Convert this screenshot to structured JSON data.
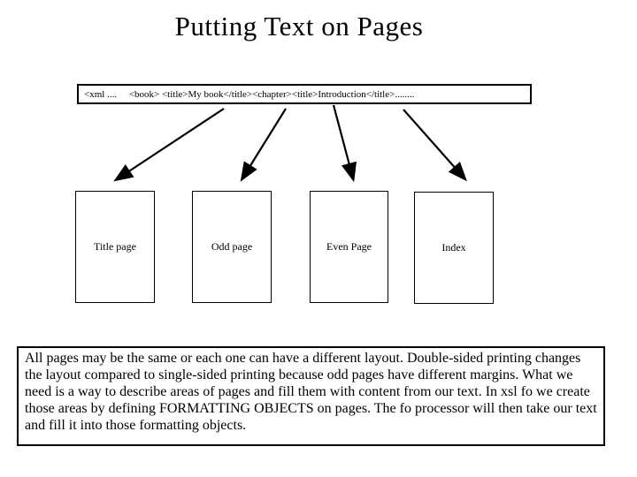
{
  "slide": {
    "title": "Putting Text on Pages",
    "xml_source_text": "<xml ....     <book> <title>My book</title><chapter><title>Introduction</title>........",
    "page_boxes": [
      {
        "label": "Title page"
      },
      {
        "label": "Odd page"
      },
      {
        "label": "Even Page"
      },
      {
        "label": "Index"
      }
    ],
    "description": "All pages may be the same or each one can have a different layout. Double-sided printing changes the layout compared to single-sided printing because odd pages have different margins. What we need is a way to describe areas of pages and fill them with content from our text. In xsl fo we create those areas by defining FORMATTING OBJECTS on pages. The fo processor will then take our text and fill it into those formatting objects.",
    "colors": {
      "background": "#ffffff",
      "foreground": "#000000"
    }
  }
}
